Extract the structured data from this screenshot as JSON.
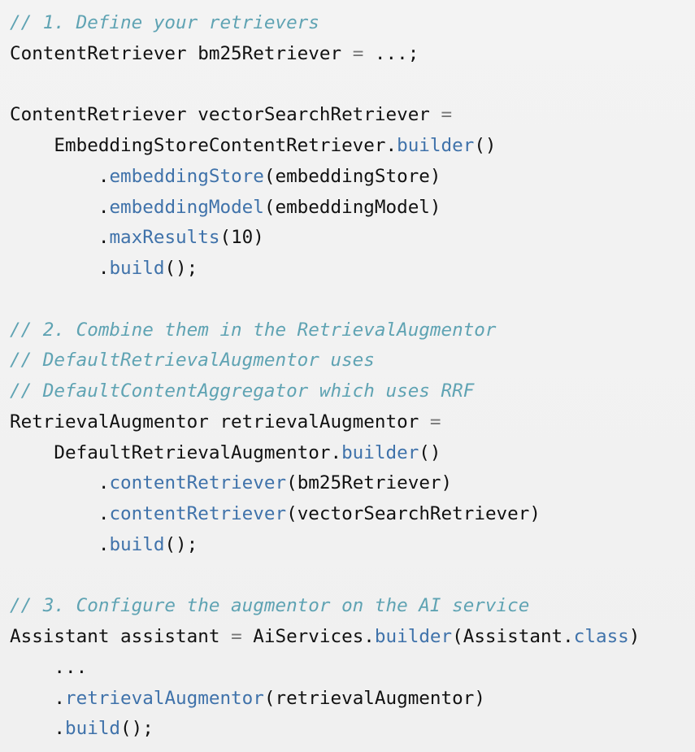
{
  "code": {
    "lines": [
      [
        {
          "t": "// 1. Define your retrievers",
          "c": "cm"
        }
      ],
      [
        {
          "t": "ContentRetriever bm25Retriever ",
          "c": "tx"
        },
        {
          "t": "=",
          "c": "op"
        },
        {
          "t": " ...;",
          "c": "tx"
        }
      ],
      [],
      [
        {
          "t": "ContentRetriever vectorSearchRetriever ",
          "c": "tx"
        },
        {
          "t": "=",
          "c": "op"
        }
      ],
      [
        {
          "t": "    EmbeddingStoreContentRetriever.",
          "c": "tx"
        },
        {
          "t": "builder",
          "c": "fn"
        },
        {
          "t": "()",
          "c": "tx"
        }
      ],
      [
        {
          "t": "        .",
          "c": "tx"
        },
        {
          "t": "embeddingStore",
          "c": "fn"
        },
        {
          "t": "(embeddingStore)",
          "c": "tx"
        }
      ],
      [
        {
          "t": "        .",
          "c": "tx"
        },
        {
          "t": "embeddingModel",
          "c": "fn"
        },
        {
          "t": "(embeddingModel)",
          "c": "tx"
        }
      ],
      [
        {
          "t": "        .",
          "c": "tx"
        },
        {
          "t": "maxResults",
          "c": "fn"
        },
        {
          "t": "(10)",
          "c": "tx"
        }
      ],
      [
        {
          "t": "        .",
          "c": "tx"
        },
        {
          "t": "build",
          "c": "fn"
        },
        {
          "t": "();",
          "c": "tx"
        }
      ],
      [],
      [
        {
          "t": "// 2. Combine them in the RetrievalAugmentor",
          "c": "cm"
        }
      ],
      [
        {
          "t": "// DefaultRetrievalAugmentor uses",
          "c": "cm"
        }
      ],
      [
        {
          "t": "// DefaultContentAggregator which uses RRF",
          "c": "cm"
        }
      ],
      [
        {
          "t": "RetrievalAugmentor retrievalAugmentor ",
          "c": "tx"
        },
        {
          "t": "=",
          "c": "op"
        }
      ],
      [
        {
          "t": "    DefaultRetrievalAugmentor.",
          "c": "tx"
        },
        {
          "t": "builder",
          "c": "fn"
        },
        {
          "t": "()",
          "c": "tx"
        }
      ],
      [
        {
          "t": "        .",
          "c": "tx"
        },
        {
          "t": "contentRetriever",
          "c": "fn"
        },
        {
          "t": "(bm25Retriever)",
          "c": "tx"
        }
      ],
      [
        {
          "t": "        .",
          "c": "tx"
        },
        {
          "t": "contentRetriever",
          "c": "fn"
        },
        {
          "t": "(vectorSearchRetriever)",
          "c": "tx"
        }
      ],
      [
        {
          "t": "        .",
          "c": "tx"
        },
        {
          "t": "build",
          "c": "fn"
        },
        {
          "t": "();",
          "c": "tx"
        }
      ],
      [],
      [
        {
          "t": "// 3. Configure the augmentor on the AI service",
          "c": "cm"
        }
      ],
      [
        {
          "t": "Assistant assistant ",
          "c": "tx"
        },
        {
          "t": "=",
          "c": "op"
        },
        {
          "t": " AiServices.",
          "c": "tx"
        },
        {
          "t": "builder",
          "c": "fn"
        },
        {
          "t": "(Assistant.",
          "c": "tx"
        },
        {
          "t": "class",
          "c": "kw"
        },
        {
          "t": ")",
          "c": "tx"
        }
      ],
      [
        {
          "t": "    ...",
          "c": "tx"
        }
      ],
      [
        {
          "t": "    .",
          "c": "tx"
        },
        {
          "t": "retrievalAugmentor",
          "c": "fn"
        },
        {
          "t": "(retrievalAugmentor)",
          "c": "tx"
        }
      ],
      [
        {
          "t": "    .",
          "c": "tx"
        },
        {
          "t": "build",
          "c": "fn"
        },
        {
          "t": "();",
          "c": "tx"
        }
      ]
    ]
  }
}
